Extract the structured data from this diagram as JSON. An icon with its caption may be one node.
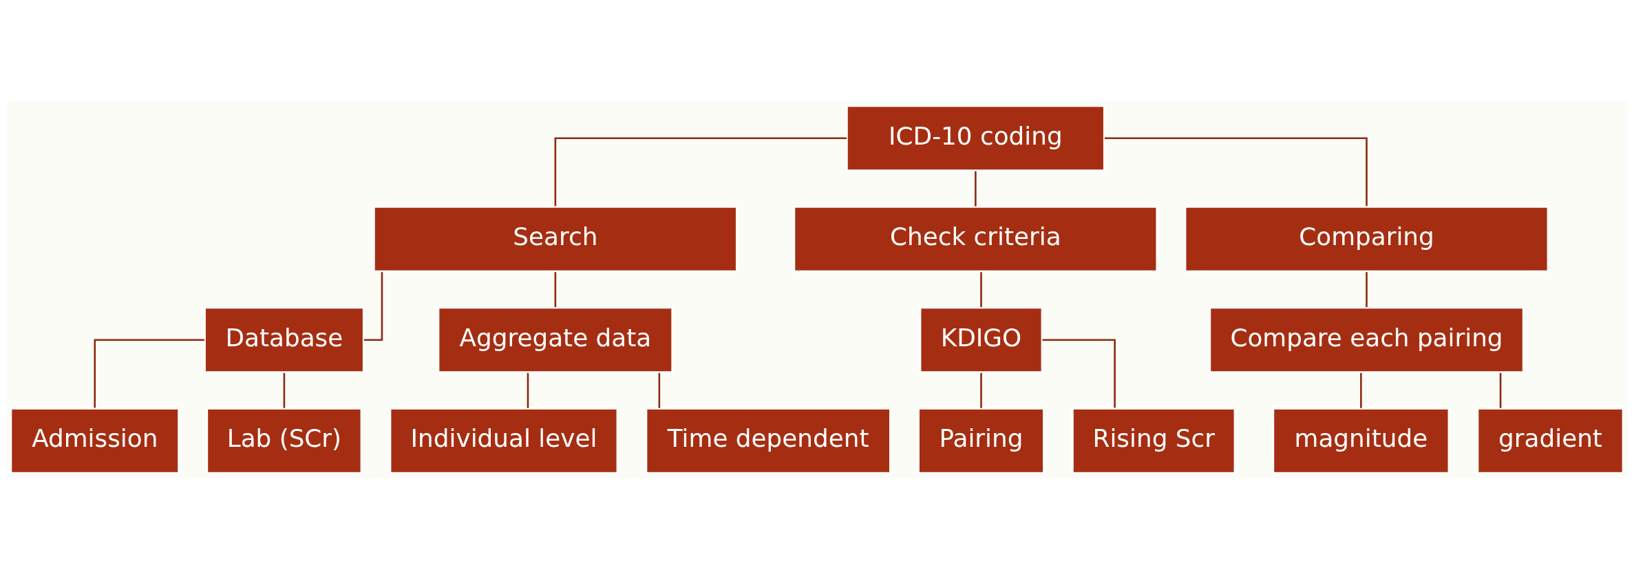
{
  "diagram": {
    "nodes": [
      {
        "text": [
          "ICD-10 coding"
        ]
      },
      {
        "text": [
          "Search"
        ]
      },
      {
        "text": [
          "Check criteria"
        ]
      },
      {
        "text": [
          "Comparing"
        ]
      },
      {
        "text": [
          "Database"
        ]
      },
      {
        "text": [
          "Aggregate data"
        ]
      },
      {
        "text": [
          "KDIGO"
        ]
      },
      {
        "text": [
          "Compare each pairing"
        ]
      },
      {
        "text": [
          "Admission"
        ]
      },
      {
        "text": [
          "Lab (SCr)"
        ]
      },
      {
        "text": [
          "Individual level"
        ]
      },
      {
        "text": [
          "Time dependent"
        ]
      },
      {
        "text": [
          "Pairing"
        ]
      },
      {
        "text": [
          "Rising Scr"
        ]
      },
      {
        "text": [
          "magnitude"
        ]
      },
      {
        "text": [
          "gradient"
        ]
      }
    ],
    "edges": [
      {
        "from": 0,
        "to": 1,
        "arrow": "none"
      },
      {
        "from": 0,
        "to": 2,
        "arrow": "none"
      },
      {
        "from": 0,
        "to": 3,
        "arrow": "none"
      },
      {
        "from": 1,
        "to": 4,
        "arrow": "none"
      },
      {
        "from": 1,
        "to": 5,
        "arrow": "none"
      },
      {
        "from": 2,
        "to": 6,
        "arrow": "none"
      },
      {
        "from": 3,
        "to": 7,
        "arrow": "none"
      },
      {
        "from": 4,
        "to": 8,
        "arrow": "none"
      },
      {
        "from": 4,
        "to": 9,
        "arrow": "none"
      },
      {
        "from": 5,
        "to": 10,
        "arrow": "none"
      },
      {
        "from": 5,
        "to": 11,
        "arrow": "none"
      },
      {
        "from": 6,
        "to": 12,
        "arrow": "none"
      },
      {
        "from": 6,
        "to": 13,
        "arrow": "none"
      },
      {
        "from": 7,
        "to": 14,
        "arrow": "none"
      },
      {
        "from": 7,
        "to": 15,
        "arrow": "none"
      }
    ]
  }
}
